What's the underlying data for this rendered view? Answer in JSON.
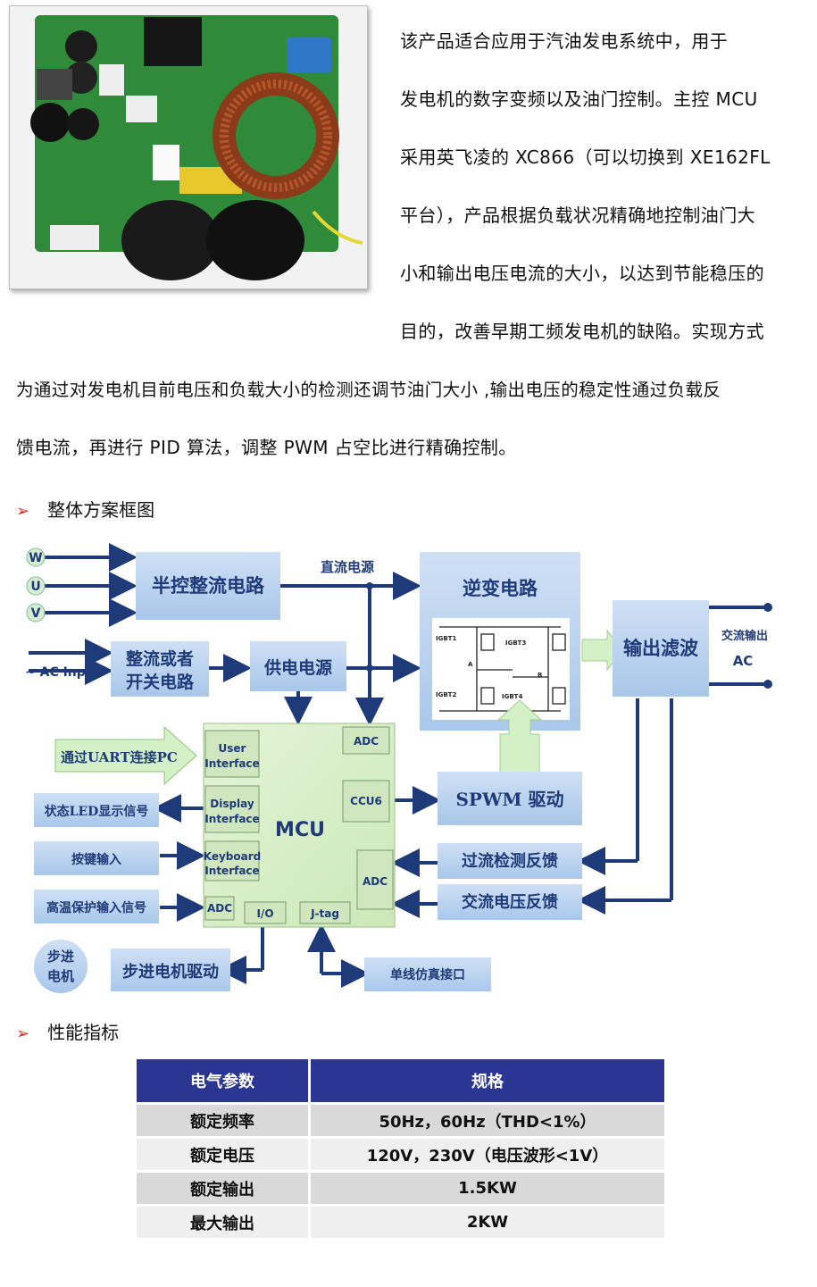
{
  "intro": {
    "lines_right": [
      "该产品适合应用于汽油发电系统中，用于",
      "发电机的数字变频以及油门控制。主控 MCU",
      "采用英飞凌的 XC866（可以切换到 XE162FL",
      "平台），产品根据负载状况精确地控制油门大",
      "小和输出电压电流的大小，以达到节能稳压的",
      "目的，改善早期工频发电机的缺陷。实现方式"
    ],
    "lines_full": [
      "为通过对发电机目前电压和负载大小的检测还调节油门大小 ,输出电压的稳定性通过负载反",
      "馈电流，再进行 PID 算法，调整 PWM 占空比进行精确控制。"
    ]
  },
  "section1": {
    "title": "整体方案框图"
  },
  "section2": {
    "title": "性能指标"
  },
  "diagram": {
    "phases": [
      "W",
      "U",
      "V"
    ],
    "half_rect": "半控整流电路",
    "dc_label": "直流电源",
    "inverter": "逆变电路",
    "ac_input": "~ AC Input",
    "rect_switch_1": "整流或者",
    "rect_switch_2": "开关电路",
    "power": "供电电源",
    "filter": "输出滤波",
    "ac_out_1": "交流输出",
    "ac_out_2": "AC",
    "igbt": [
      "IGBT1",
      "IGBT3",
      "IGBT2",
      "IGBT4",
      "A",
      "B"
    ],
    "uart": "通过UART连接PC",
    "mcu": "MCU",
    "user_if_1": "User",
    "user_if_2": "Interface",
    "disp_if_1": "Display",
    "disp_if_2": "Interface",
    "kbd_if_1": "Keyboard",
    "kbd_if_2": "Interface",
    "adc": "ADC",
    "ccu6": "CCU6",
    "io": "I/O",
    "jtag": "J-tag",
    "spwm": "SPWM 驱动",
    "led": "状态LED显示信号",
    "key": "按键输入",
    "temp": "高温保护输入信号",
    "overcurrent": "过流检测反馈",
    "acv": "交流电压反馈",
    "stepper_1": "步进",
    "stepper_2": "电机",
    "stepper_drv": "步进电机驱动",
    "single_wire": "单线仿真接口"
  },
  "specs": {
    "headers": [
      "电气参数",
      "规格"
    ],
    "rows": [
      [
        "额定频率",
        "50Hz，60Hz（THD<1%）"
      ],
      [
        "额定电压",
        "120V，230V（电压波形<1V）"
      ],
      [
        "额定输出",
        "1.5KW"
      ],
      [
        "最大输出",
        "2KW"
      ]
    ]
  }
}
